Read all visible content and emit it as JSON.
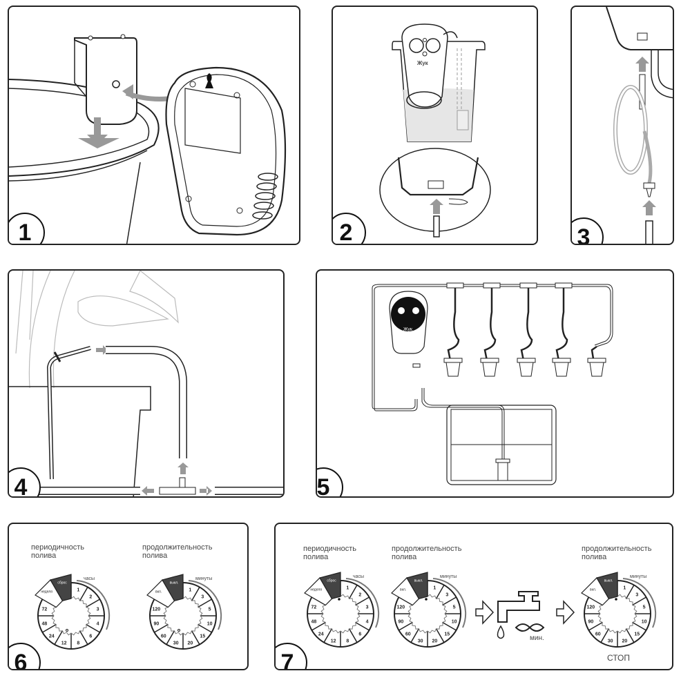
{
  "panels": [
    {
      "step": "1"
    },
    {
      "step": "2",
      "brand": "Жук"
    },
    {
      "step": "3"
    },
    {
      "step": "4"
    },
    {
      "step": "5",
      "brand": "Жук"
    },
    {
      "step": "6"
    },
    {
      "step": "7"
    }
  ],
  "dials": {
    "frequency": {
      "title_line1": "периодичность",
      "title_line2": "полива",
      "unit": "часы",
      "tab_white": "неделя",
      "tab_dark": "сброс",
      "ticks": [
        "1",
        "2",
        "3",
        "4",
        "6",
        "8",
        "12",
        "24",
        "48",
        "72"
      ]
    },
    "duration": {
      "title_line1": "продолжительность",
      "title_line2": "полива",
      "unit": "минуты",
      "tab_white": "вкл.",
      "tab_dark": "выкл.",
      "ticks": [
        "1",
        "3",
        "5",
        "10",
        "15",
        "20",
        "30",
        "60",
        "90",
        "120"
      ]
    }
  },
  "step7": {
    "infinity_label": "мин.",
    "stop_label": "СТОП"
  },
  "colors": {
    "line": "#222222",
    "arrow_gray": "#9a9a9a",
    "dark_tab": "#444444",
    "water": "#e6e6e6"
  }
}
